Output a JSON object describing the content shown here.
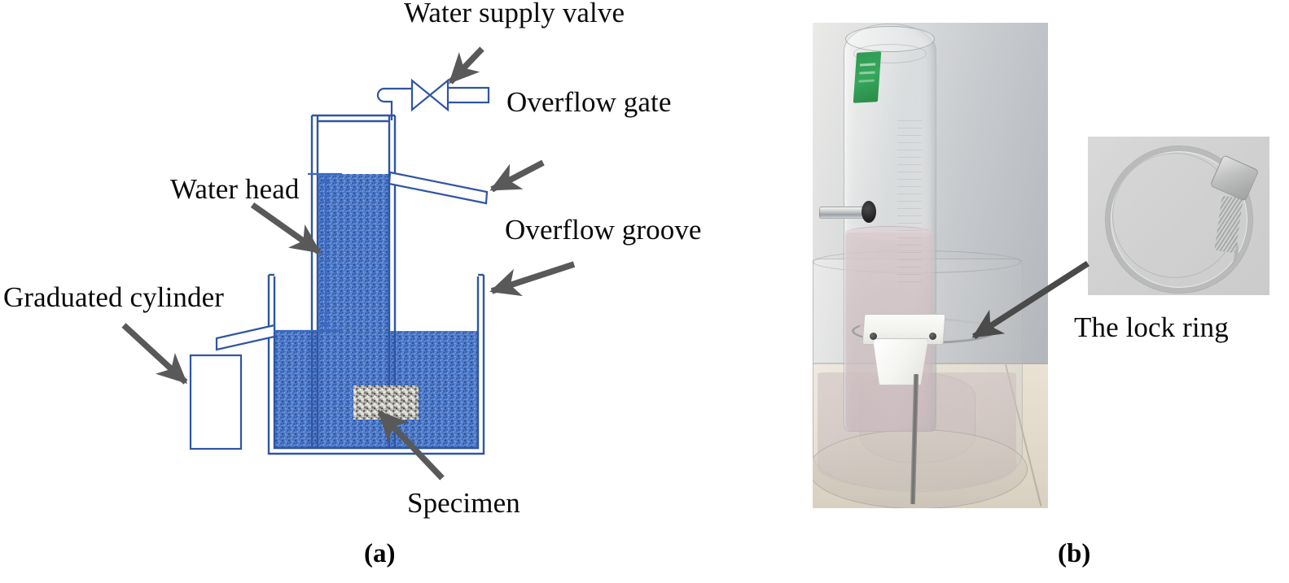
{
  "figure": {
    "panels": [
      {
        "id": "a",
        "letter": "(a)",
        "kind": "schematic",
        "caption_letter": "(a)"
      },
      {
        "id": "b",
        "letter": "(b)",
        "kind": "photograph",
        "caption_letter": "(b)"
      }
    ]
  },
  "schematic": {
    "labels": {
      "water_supply_valve": "Water supply valve",
      "overflow_gate": "Overflow gate",
      "overflow_groove": "Overflow groove",
      "water_head": "Water head",
      "graduated_cylinder": "Graduated cylinder",
      "specimen": "Specimen"
    },
    "colors": {
      "outline_blue": "#2F55A4",
      "water_fill": "#4472C4",
      "water_fill_dark": "#32579F",
      "specimen_gray": "#9C9C98",
      "arrow_gray": "#595959",
      "dimension_blue": "#3B67C4"
    },
    "parts": {
      "inner_column": "inner-standpipe",
      "outer_tank": "outer-overflow-tank",
      "gate_spout": "upper-overflow-spout",
      "groove_spout": "lower-overflow-spout",
      "valve_symbol": "bowtie-valve",
      "specimen_block": "soil-specimen",
      "collection_vessel": "graduated-cylinder-box"
    }
  },
  "photo_main": {
    "name": "constant-head-permeameter-photo",
    "components": [
      "transparent-standpipe-cylinder",
      "green-sticker-label",
      "metal-inlet-nozzle",
      "outer-transparent-tank",
      "white-overflow-spout",
      "metal-clamp-lock-ring",
      "support-rod",
      "tank-base"
    ]
  },
  "photo_inset": {
    "name": "lock-ring-photo",
    "label": "The lock ring",
    "components": [
      "stainless-steel-band",
      "worm-drive-screw-housing",
      "slotted-band-tail"
    ]
  },
  "arrows": [
    {
      "name": "arrow-to-valve",
      "target": "water supply valve"
    },
    {
      "name": "arrow-to-overflow-gate",
      "target": "overflow gate"
    },
    {
      "name": "arrow-to-overflow-groove",
      "target": "overflow groove"
    },
    {
      "name": "arrow-to-water-head",
      "target": "water head dimension"
    },
    {
      "name": "arrow-to-graduated-cylinder",
      "target": "graduated cylinder"
    },
    {
      "name": "arrow-to-specimen",
      "target": "specimen"
    },
    {
      "name": "arrow-to-lock-ring",
      "target": "lock ring on apparatus"
    }
  ]
}
